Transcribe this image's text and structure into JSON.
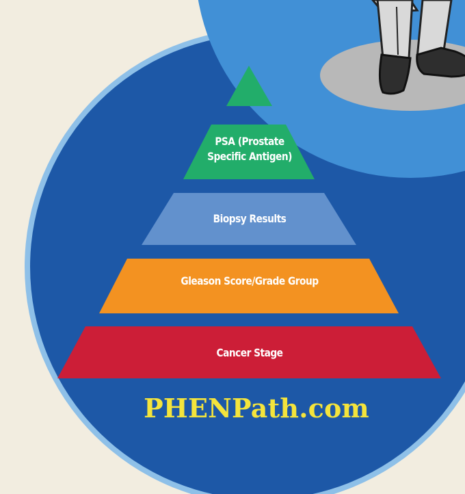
{
  "pyramid": {
    "tiers": [
      {
        "label": "",
        "color": "#22ad6a"
      },
      {
        "label": "PSA (Prostate\nSpecific Antigen)",
        "color": "#22ad6a"
      },
      {
        "label": "Biopsy Results",
        "color": "#6291cd"
      },
      {
        "label": "Gleason Score/Grade Group",
        "color": "#f39221"
      },
      {
        "label": "Cancer Stage",
        "color": "#cc1e37"
      }
    ]
  },
  "website": "PHENPath.com",
  "colors": {
    "background": "#f2ede0",
    "main_circle": "#1d58a7",
    "top_circle": "#4190d6",
    "right_circle": "#8fc3ea",
    "ring": "#8ec0e8",
    "website_text": "#f4e43c"
  },
  "illustration": "doctor-legs-icon"
}
